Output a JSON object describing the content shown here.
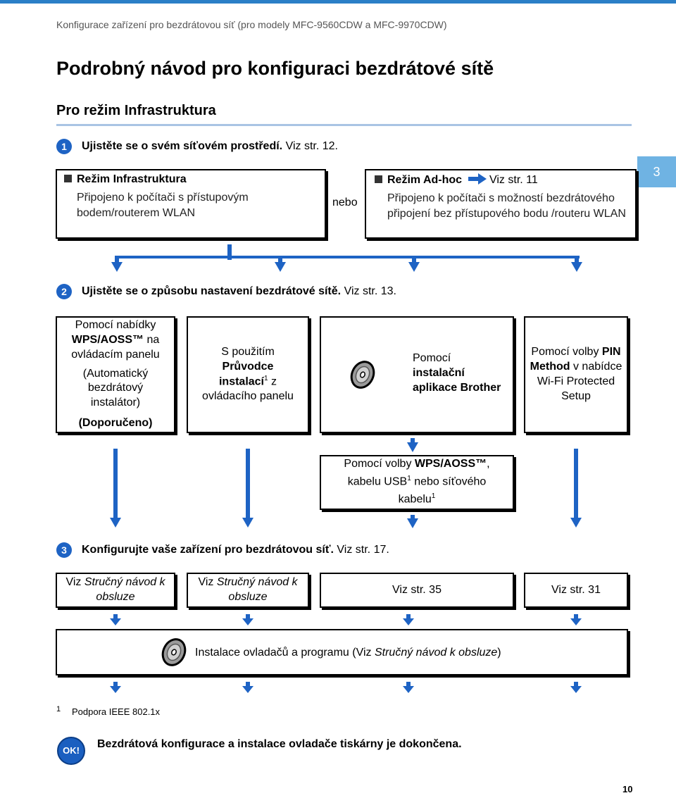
{
  "header": {
    "running_title": "Konfigurace zařízení pro bezdrátovou síť (pro modely MFC-9560CDW a MFC-9970CDW)"
  },
  "page": {
    "title": "Podrobný návod pro konfiguraci bezdrátové sítě",
    "subtitle": "Pro režim Infrastruktura",
    "chapter_tab": "3",
    "page_number": "10"
  },
  "step1": {
    "number": "1",
    "text": "Ujistěte se o svém síťovém prostředí.",
    "ref": "Viz str. 12.",
    "infra_title": "Režim Infrastruktura",
    "infra_text": "Připojeno k počítači s přístupovým bodem/routerem WLAN",
    "or": "nebo",
    "adhoc_title": "Režim Ad-hoc",
    "adhoc_ref": "Viz str. 11",
    "adhoc_text": "Připojeno k počítači s možností bezdrátového připojení bez přístupového bodu /routeru WLAN"
  },
  "step2": {
    "number": "2",
    "text": "Ujistěte se o způsobu nastavení bezdrátové sítě.",
    "ref": "Viz str. 13.",
    "box1_line1": "Pomocí nabídky",
    "box1_bold": "WPS/AOSS™",
    "box1_line2": "na ovládacím panelu",
    "box1_paren": "(Automatický bezdrátový instalátor)",
    "box1_rec": "(Doporučeno)",
    "box2_line1": "S použitím",
    "box2_bold1": "Průvodce",
    "box2_bold2": "instalací",
    "box2_sup": "1",
    "box2_rest": "z ovládacího panelu",
    "box3_line1": "Pomocí",
    "box3_bold": "instalační aplikace Brother",
    "box4_line1": "Pomocí volby",
    "box4_bold1": "PIN",
    "box4_bold2": "Method",
    "box4_rest": "v nabídce Wi-Fi Protected Setup",
    "box5_line1": "Pomocí volby",
    "box5_bold": "WPS/AOSS™",
    "box5_mid": ", kabelu USB",
    "box5_sup1": "1",
    "box5_mid2": "nebo síťového kabelu",
    "box5_sup2": "1"
  },
  "step3": {
    "number": "3",
    "text": "Konfigurujte vaše zařízení pro bezdrátovou síť.",
    "ref": "Viz str. 17.",
    "ref1_pre": "Viz",
    "ref1_italic": "Stručný návod k obsluze",
    "ref2_pre": "Viz",
    "ref2_italic": "Stručný návod k obsluze",
    "ref3": "Viz str. 35",
    "ref4": "Viz str. 31",
    "install_pre": "Instalace ovladačů a programu (Viz",
    "install_italic": "Stručný návod k obsluze",
    "install_post": ")"
  },
  "footnote": {
    "number": "1",
    "text": "Podpora IEEE 802.1x"
  },
  "final": {
    "badge": "OK!",
    "text": "Bezdrátová konfigurace a instalace ovladače tiskárny je dokončena."
  },
  "colors": {
    "accent": "#1e63c4",
    "tab": "#6fb3e3"
  }
}
